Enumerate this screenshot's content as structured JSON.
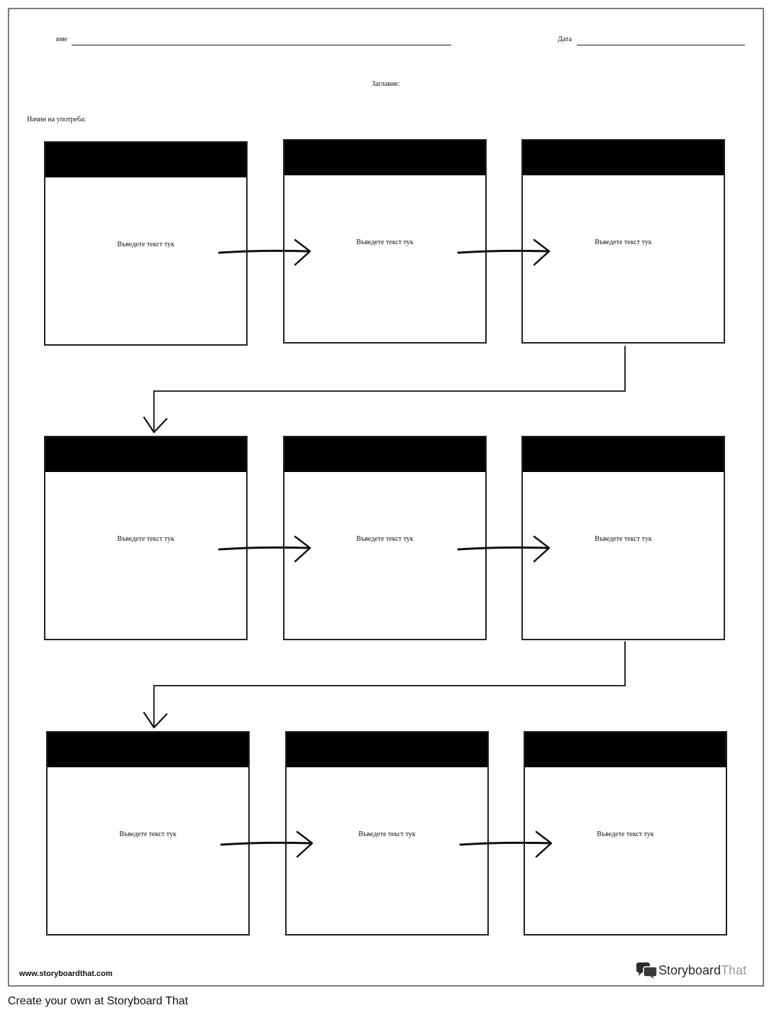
{
  "header": {
    "name_label": "име",
    "date_label": "Дата",
    "title_label": "Заглавие:",
    "instructions_label": "Начин на употреба:"
  },
  "panels": [
    {
      "text": "Въведете текст тук"
    },
    {
      "text": "Въведете текст тук"
    },
    {
      "text": "Въведете текст тук"
    },
    {
      "text": "Въведете текст тук"
    },
    {
      "text": "Въведете текст тук"
    },
    {
      "text": "Въведете текст тук"
    },
    {
      "text": "Въведете текст тук"
    },
    {
      "text": "Въведете текст тук"
    },
    {
      "text": "Въведете текст тук"
    }
  ],
  "footer": {
    "url": "www.storyboardthat.com",
    "brand_part1": "Storyboard",
    "brand_part2": "That",
    "create_link": "Create your own at Storyboard That"
  },
  "colors": {
    "header_bar": "#000000",
    "border": "#7d7d7d"
  }
}
